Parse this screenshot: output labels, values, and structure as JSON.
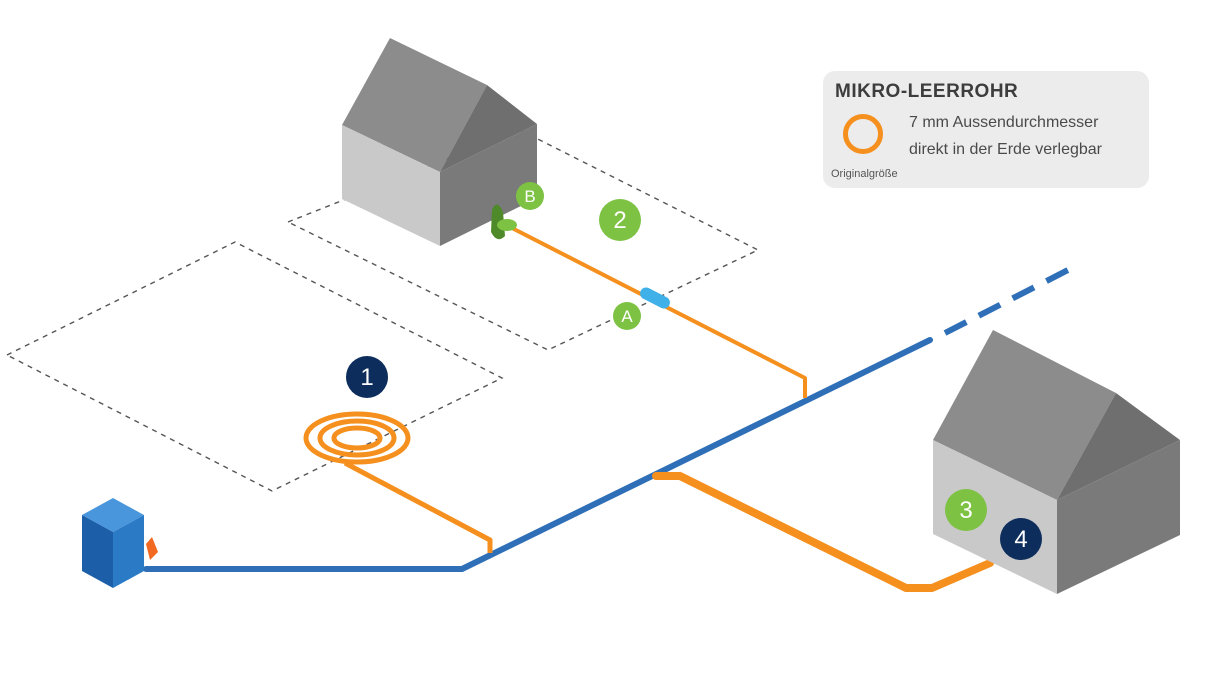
{
  "legend": {
    "title": "MIKRO-LEERROHR",
    "line1": "7 mm Aussendurchmesser",
    "line2": "direkt in der Erde verlegbar",
    "note": "Originalgröße"
  },
  "markers": {
    "m1": "1",
    "m2": "2",
    "m3": "3",
    "m4": "4",
    "mA": "A",
    "mB": "B"
  },
  "colors": {
    "orange_tube": "#f5901e",
    "blue_trunk": "#2f6fb8",
    "green_badge": "#7dc242",
    "navy_badge": "#0d2d5c",
    "house_front": "#c8c8c8",
    "house_side": "#7b7b7b",
    "house_roof_left": "#8a8a8a",
    "house_roof_right": "#6e6e6e",
    "connector": "#3fb0e8",
    "cabinet": "#2a7ac6"
  },
  "icons": {
    "house": "house-icon",
    "cabinet": "distribution-cabinet-icon",
    "coil": "tube-coil-icon",
    "connector": "connector-icon",
    "termination": "house-termination-icon"
  }
}
